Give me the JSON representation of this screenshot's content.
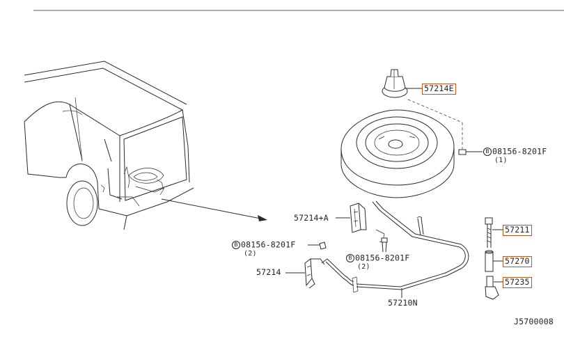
{
  "labels": {
    "p57214E": "57214E",
    "bolt_top_num": "08156-8201F",
    "bolt_top_qty": "(1)",
    "p57214A": "57214+A",
    "p57211": "57211",
    "bolt_left_num": "08156-8201F",
    "bolt_left_qty": "(2)",
    "bolt_mid_num": "08156-8201F",
    "bolt_mid_qty": "(2)",
    "p57270": "57270",
    "p57214": "57214",
    "p57235": "57235",
    "p57210N": "57210N",
    "diagram_code": "J5700008"
  },
  "symbols": {
    "bolt_marker": "B"
  },
  "colors": {
    "highlight_box": "#c0561e",
    "line": "#2a2a2a"
  }
}
